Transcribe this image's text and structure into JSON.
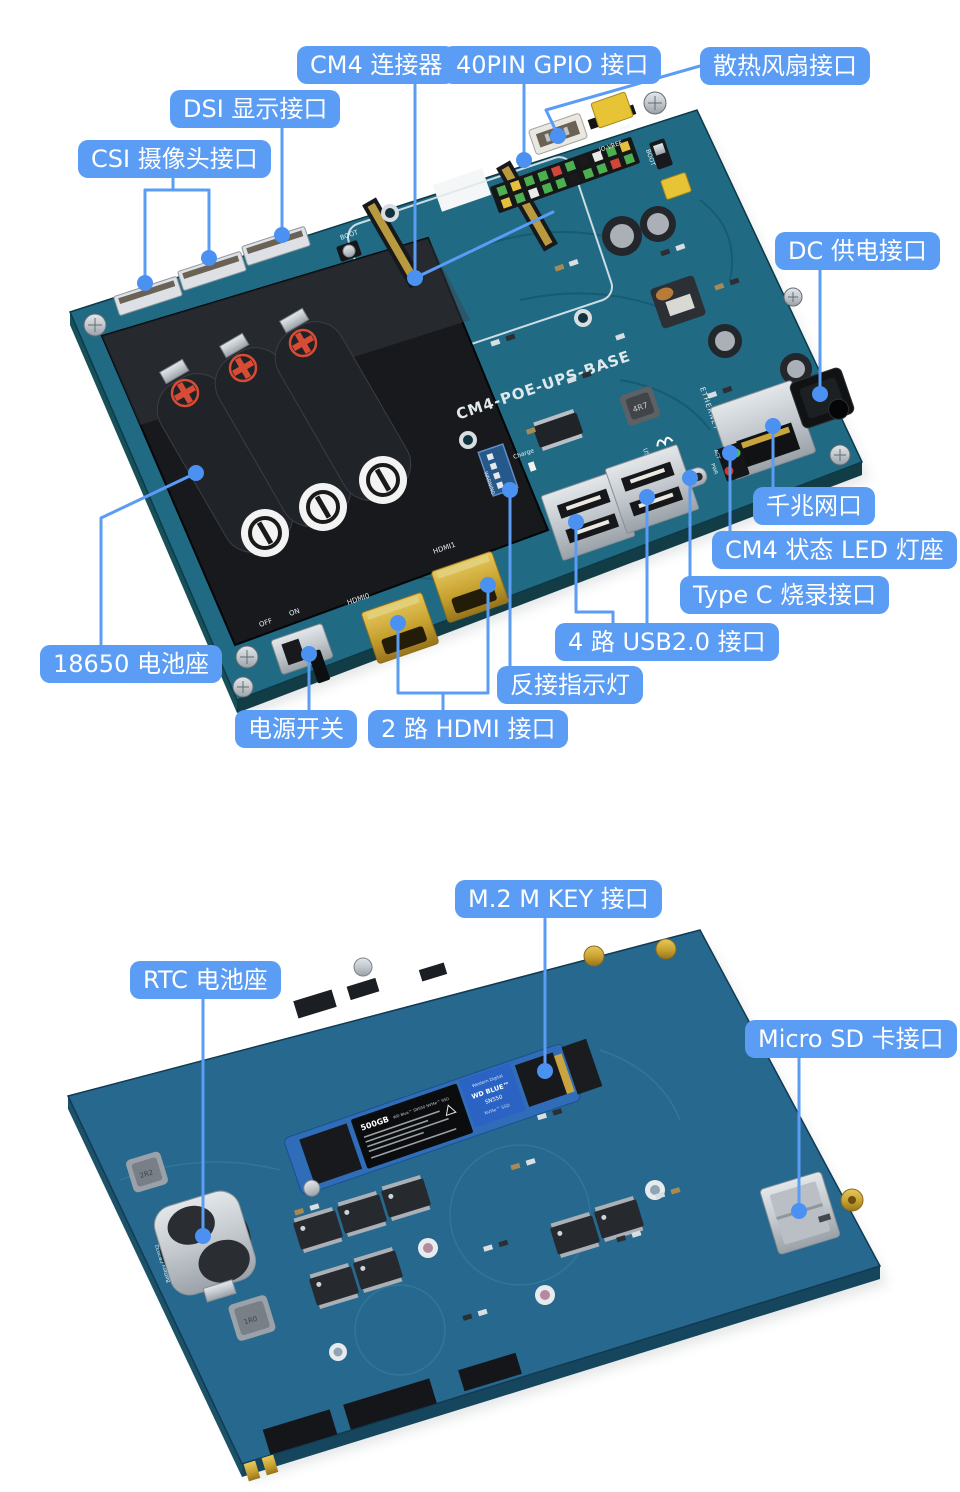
{
  "colors": {
    "accent_blue": "#5b9cf4",
    "dot_blue": "#4b91f1",
    "pcb_top": "#206a84",
    "pcb_bottom": "#27688e",
    "label_text": "#ffffff"
  },
  "callouts": {
    "cm4_connector": "CM4 连接器",
    "gpio40": "40PIN GPIO 接口",
    "fan": "散热风扇接口",
    "dsi": "DSI 显示接口",
    "csi": "CSI 摄像头接口",
    "dc": "DC 供电接口",
    "gigabit": "千兆网口",
    "cm4_led": "CM4 状态 LED 灯座",
    "typec": "Type C 烧录接口",
    "usb4": "4 路 USB2.0 接口",
    "reverse_led": "反接指示灯",
    "battery18650": "18650 电池座",
    "power_switch": "电源开关",
    "hdmi2": "2 路 HDMI 接口",
    "m2": "M.2 M KEY 接口",
    "rtc": "RTC 电池座",
    "microsd": "Micro SD 卡接口"
  },
  "board_top": {
    "silkscreen": {
      "name": "CM4-POE-UPS-BASE",
      "boot": "BOOT",
      "off": "OFF",
      "on": "ON",
      "hdmi0": "HDMI0",
      "hdmi1": "HDMI1",
      "usb": "USB",
      "ethernet": "ETHERNET",
      "io_vref": "IO-VREF",
      "poe": "PoE",
      "charge": "Charge",
      "warning": "WARNING",
      "act": "ACT",
      "pwr": "PWR",
      "l4r7": "4R7"
    }
  },
  "board_bottom": {
    "silkscreen": {
      "battery": "Battery CR2032",
      "microsd": "MICRO SD CARD",
      "l2r2": "2R2",
      "l1r0": "1R0"
    },
    "ssd": {
      "capacity": "500GB",
      "model_line": "WD Blue™ SN550 NVMe™ SSD",
      "brand": "Western Digital",
      "wd_blue": "WD BLUE™",
      "sn550": "SN550",
      "nvme": "NVMe™ SSD"
    }
  }
}
